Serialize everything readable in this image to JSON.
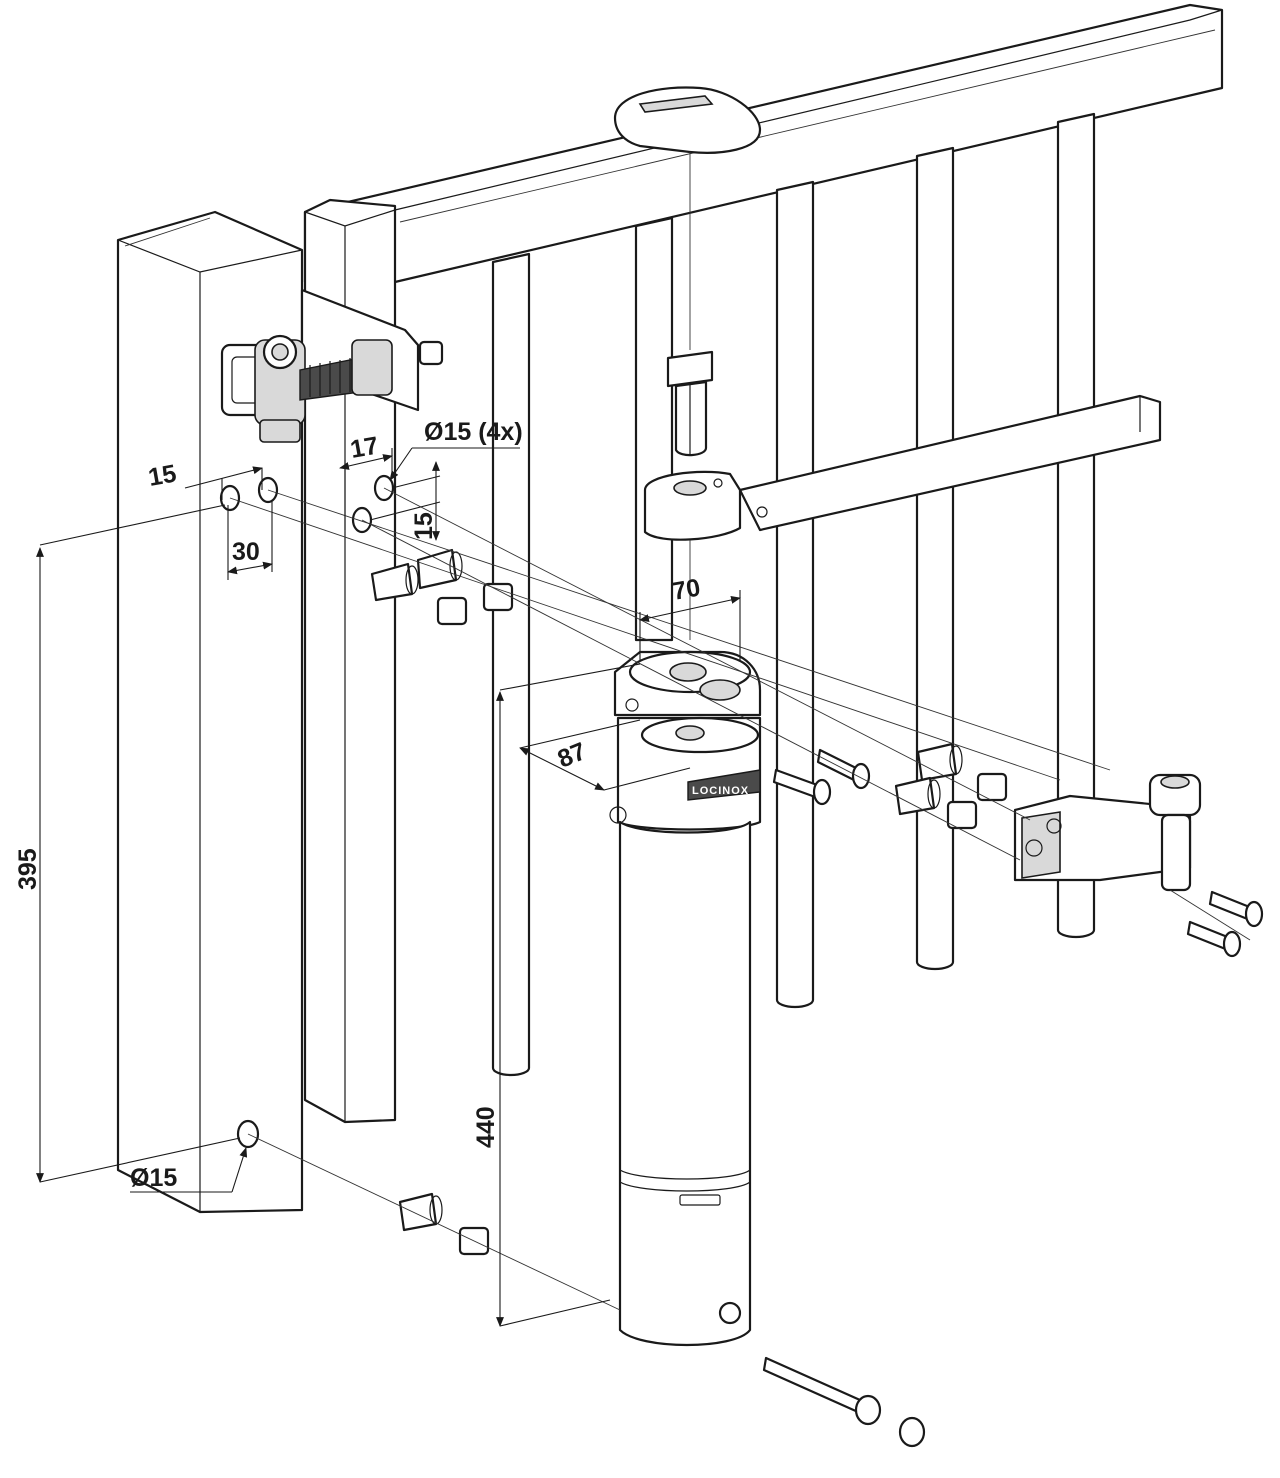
{
  "brand": {
    "text": "LOCINOX"
  },
  "dimensions": {
    "hole_spacing_top": "15",
    "hole_spacing_horizontal": "30",
    "hinge_offset": "17",
    "hole_diameter_multi": "Ø15 (4x)",
    "bracket_hole_spacing": "15",
    "bracket_width": "70",
    "bracket_depth": "87",
    "height_left": "395",
    "height_closer": "440",
    "bottom_hole_diameter": "Ø15"
  },
  "colors": {
    "line": "#1a1a1a",
    "background": "#ffffff",
    "shade": "#d9d9d9"
  }
}
